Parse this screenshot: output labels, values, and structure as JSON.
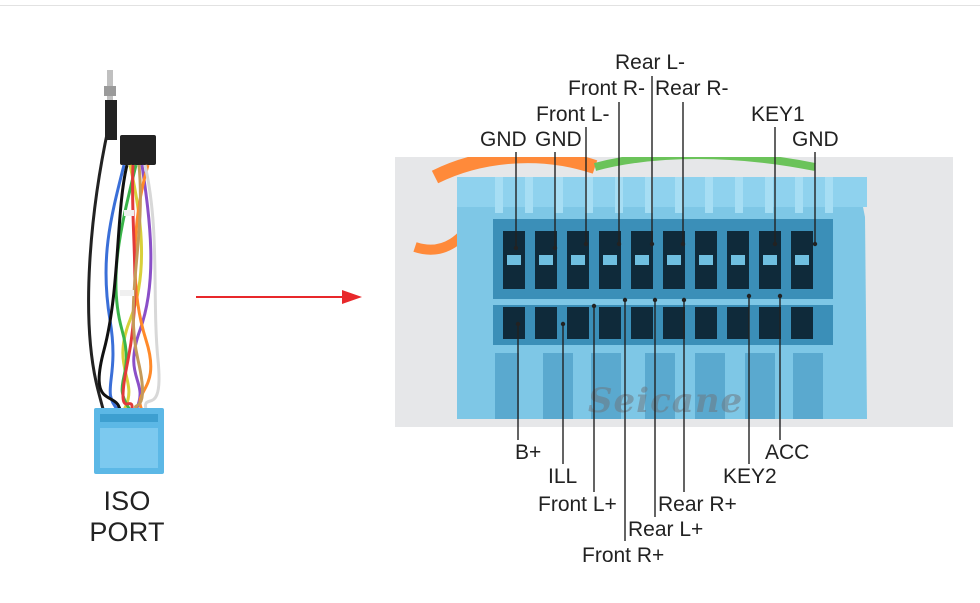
{
  "harness": {
    "label": "ISO PORT",
    "icon": "wire-harness-icon"
  },
  "arrow": {
    "color": "#e8282b",
    "icon": "arrow-right-icon"
  },
  "connector": {
    "watermark": "Seicane",
    "body_color": "#7ec7e6"
  },
  "labels_top": {
    "rear_l_minus": "Rear L-",
    "front_r_minus": "Front R-",
    "rear_r_minus": "Rear R-",
    "front_l_minus": "Front L-",
    "key1": "KEY1",
    "gnd_1": "GND",
    "gnd_2": "GND",
    "gnd_3": "GND"
  },
  "labels_bottom": {
    "b_plus": "B+",
    "acc": "ACC",
    "ill": "ILL",
    "key2": "KEY2",
    "front_l_plus": "Front L+",
    "rear_r_plus": "Rear R+",
    "rear_l_plus": "Rear L+",
    "front_r_plus": "Front R+"
  }
}
